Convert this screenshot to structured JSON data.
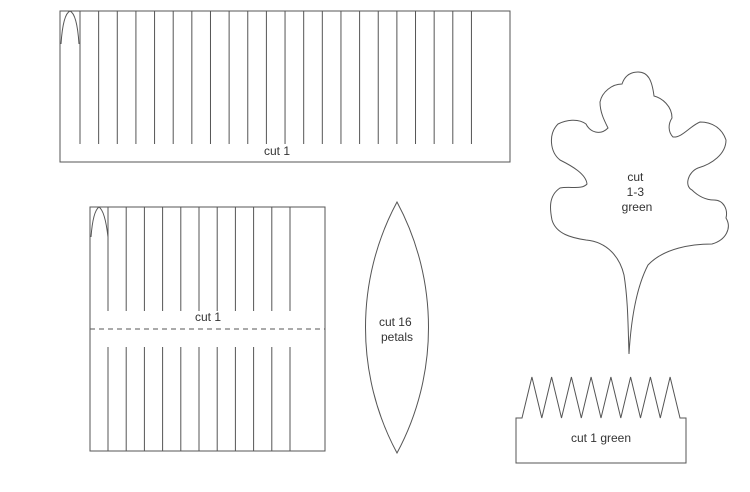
{
  "labels": {
    "strip_top": "cut 1",
    "strip_bottom": "cut 1",
    "petal": [
      "cut 16",
      "petals"
    ],
    "leaf": [
      "cut",
      "1-3",
      "green"
    ],
    "sepal": "cut 1 green"
  }
}
